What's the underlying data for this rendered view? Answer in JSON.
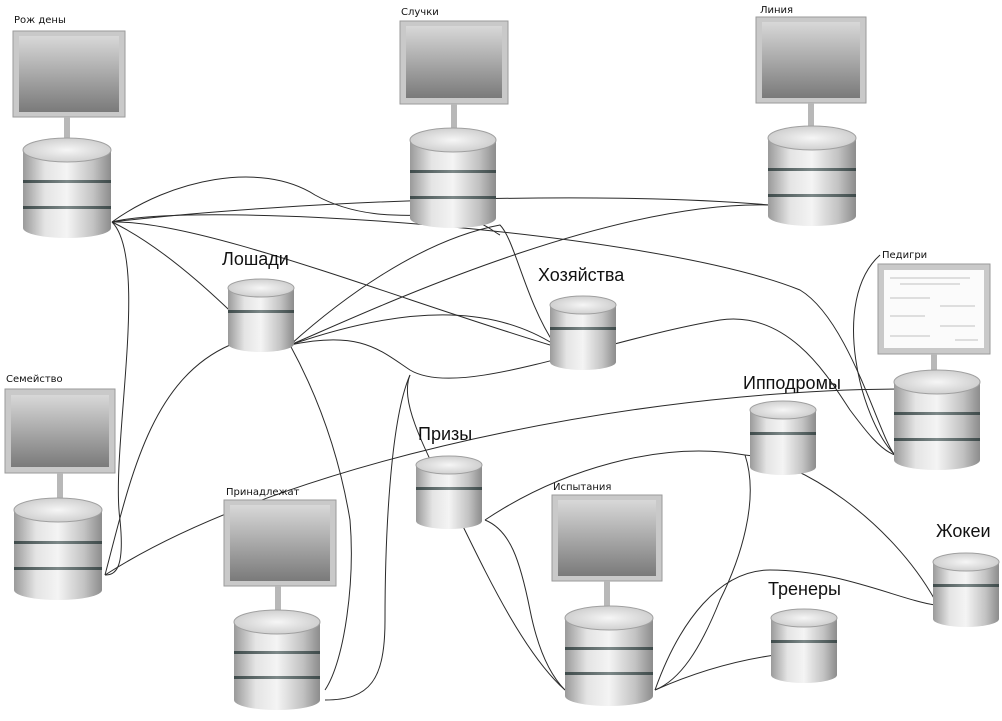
{
  "labels": {
    "rozhdeny": "Рож дены",
    "sluchki": "Случки",
    "linii": "Линия",
    "pedigri": "Педигри",
    "semeystvo": "Семейство",
    "prinadlezhat": "Принадлежат",
    "ispytaniya": "Испытания",
    "loshadi": "Лошади",
    "khozyaystva": "Хозяйства",
    "ippodromy": "Ипподромы",
    "prizy": "Призы",
    "zhokei": "Жокеи",
    "trenery": "Тренеры"
  },
  "colors": {
    "cylinder_light": "#e9e9e9",
    "cylinder_mid": "#c4c4c4",
    "cylinder_dark": "#8e8e8e",
    "band": "#5f6b6b",
    "line": "#2a2a2a"
  },
  "icons": {
    "database": "database-cylinder-icon",
    "photo": "photo-frame-icon"
  }
}
